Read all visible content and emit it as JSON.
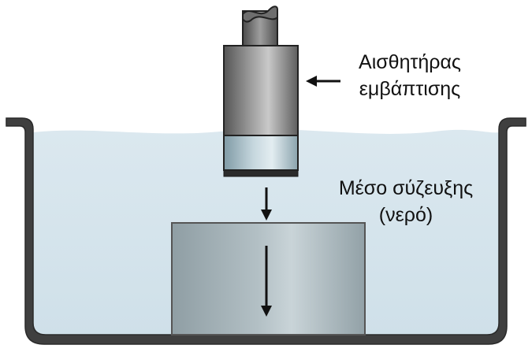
{
  "labels": {
    "transducer_line1": "Αισθητήρας",
    "transducer_line2": "εμβάπτισης",
    "couplant_line1": "Μέσο σύζευξης",
    "couplant_line2": "(νερό)"
  },
  "colors": {
    "water": "#d7e6ee",
    "tank_wall": "#4a4a4a",
    "probe_body": "#7d7d7d",
    "probe_face": "#2b2b2b",
    "specimen": "#a9b4b8",
    "arrow": "#111111"
  }
}
